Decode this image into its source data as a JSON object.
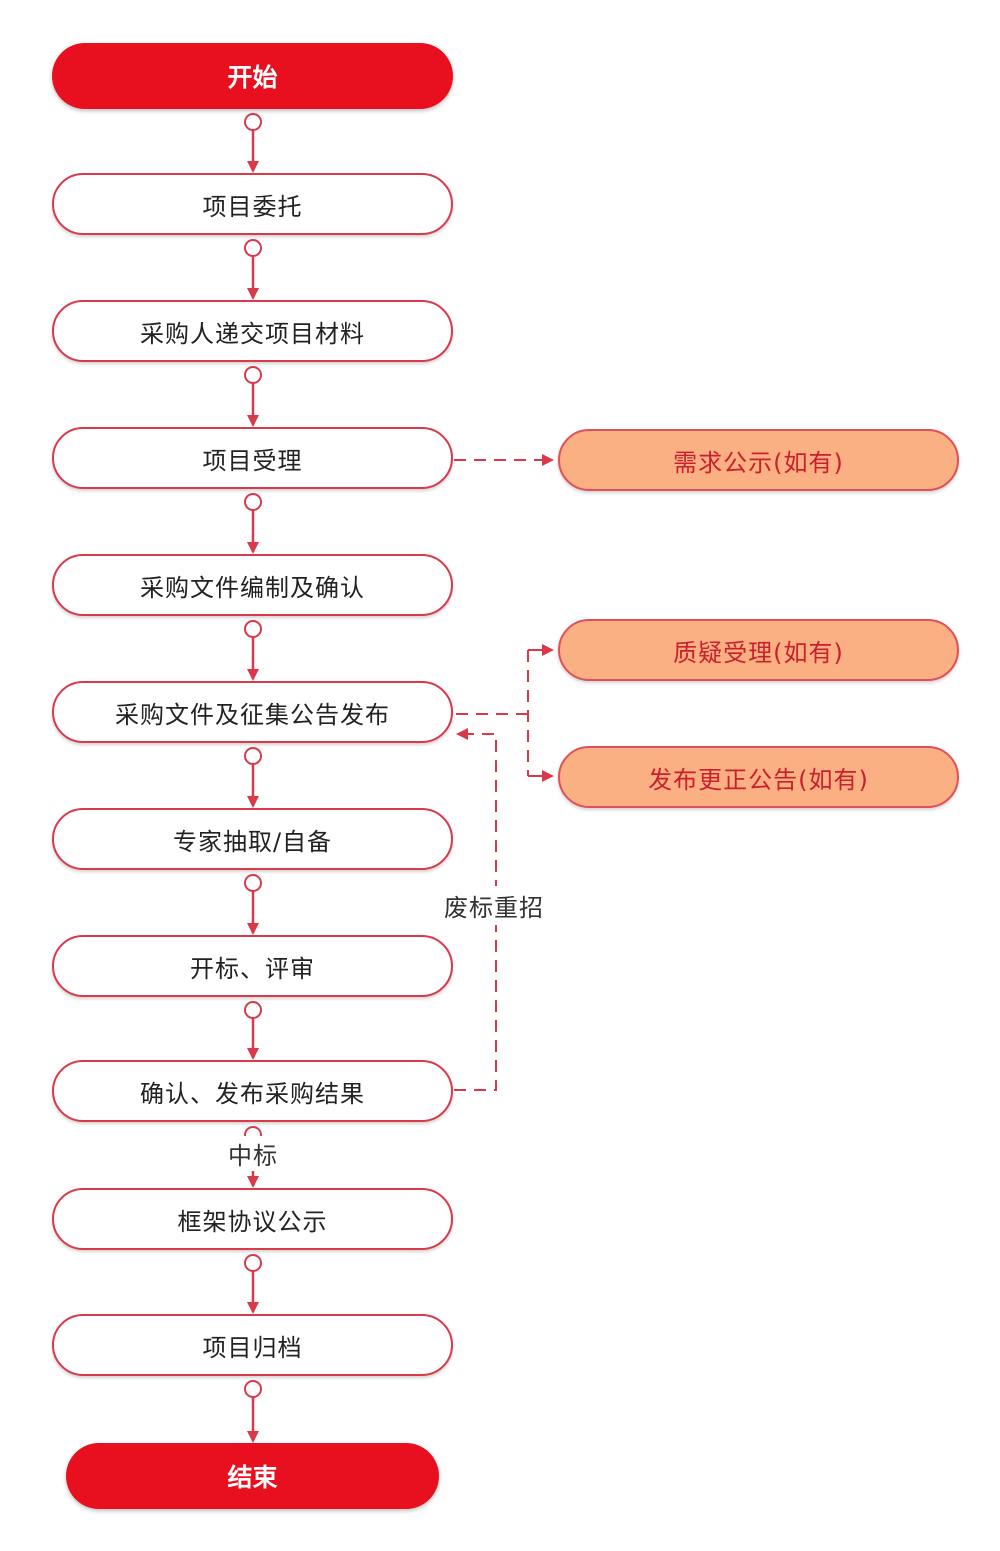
{
  "flow": {
    "start": "开始",
    "steps": [
      "项目委托",
      "采购人递交项目材料",
      "项目受理",
      "采购文件编制及确认",
      "采购文件及征集公告发布",
      "专家抽取/自备",
      "开标、评审",
      "确认、发布采购结果",
      "框架协议公示",
      "项目归档"
    ],
    "end": "结束"
  },
  "side": {
    "demand_notice": "需求公示(如有)",
    "query_handling": "质疑受理(如有)",
    "correction_notice": "发布更正公告(如有)"
  },
  "labels": {
    "rebid": "废标重招",
    "won": "中标"
  },
  "colors": {
    "terminal_fill": "#e8101f",
    "step_border": "#d93a4a",
    "side_fill": "#fbb083",
    "side_text": "#c8202e",
    "connector": "#d93a4a"
  }
}
